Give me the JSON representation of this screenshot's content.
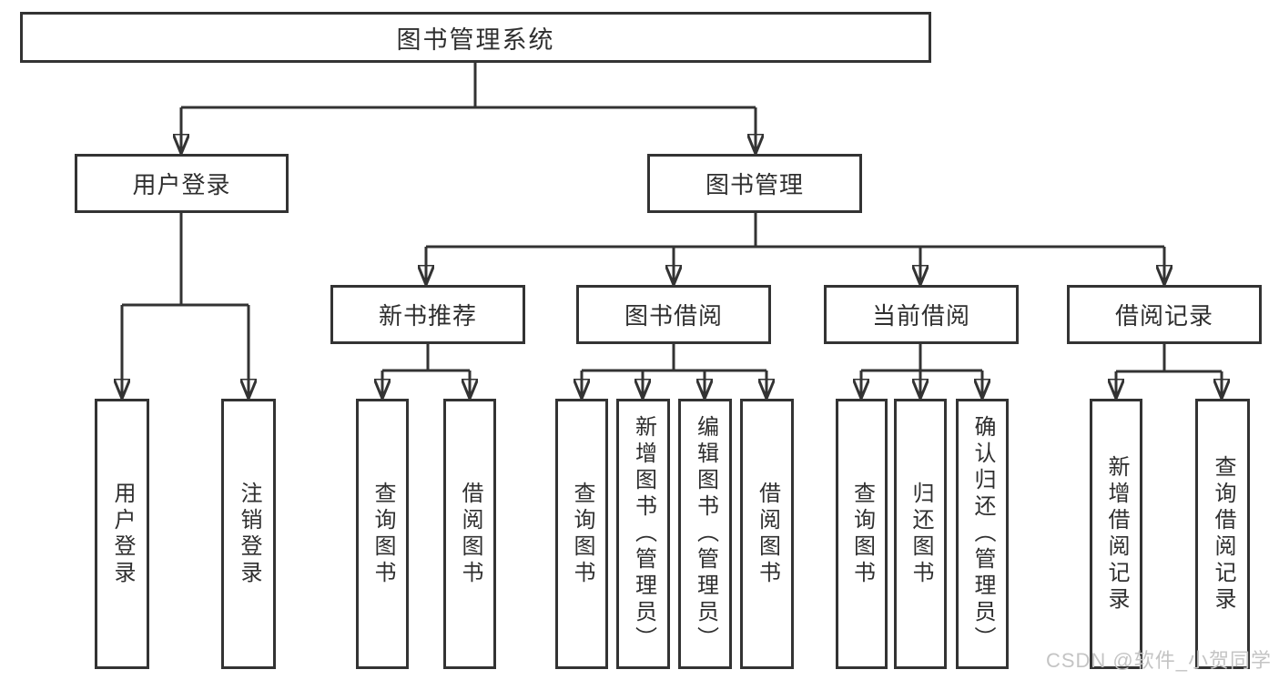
{
  "diagram_type": "hierarchy-tree",
  "colors": {
    "line": "#333333",
    "box_border": "#333333",
    "box_background": "#ffffff",
    "text": "#2f2f2f",
    "watermark": "#c4c4c4",
    "page_background": "#ffffff"
  },
  "tree": {
    "label": "图书管理系统",
    "children": [
      {
        "label": "用户登录",
        "children": [
          {
            "label": "用户登录"
          },
          {
            "label": "注销登录"
          }
        ]
      },
      {
        "label": "图书管理",
        "children": [
          {
            "label": "新书推荐",
            "children": [
              {
                "label": "查询图书"
              },
              {
                "label": "借阅图书"
              }
            ]
          },
          {
            "label": "图书借阅",
            "children": [
              {
                "label": "查询图书"
              },
              {
                "label": "新增图书（管理员）"
              },
              {
                "label": "编辑图书（管理员）"
              },
              {
                "label": "借阅图书"
              }
            ]
          },
          {
            "label": "当前借阅",
            "children": [
              {
                "label": "查询图书"
              },
              {
                "label": "归还图书"
              },
              {
                "label": "确认归还（管理员）"
              }
            ]
          },
          {
            "label": "借阅记录",
            "children": [
              {
                "label": "新增借阅记录"
              },
              {
                "label": "查询借阅记录"
              }
            ]
          }
        ]
      }
    ]
  },
  "watermark": {
    "text": "CSDN @软件_小贺同学"
  }
}
